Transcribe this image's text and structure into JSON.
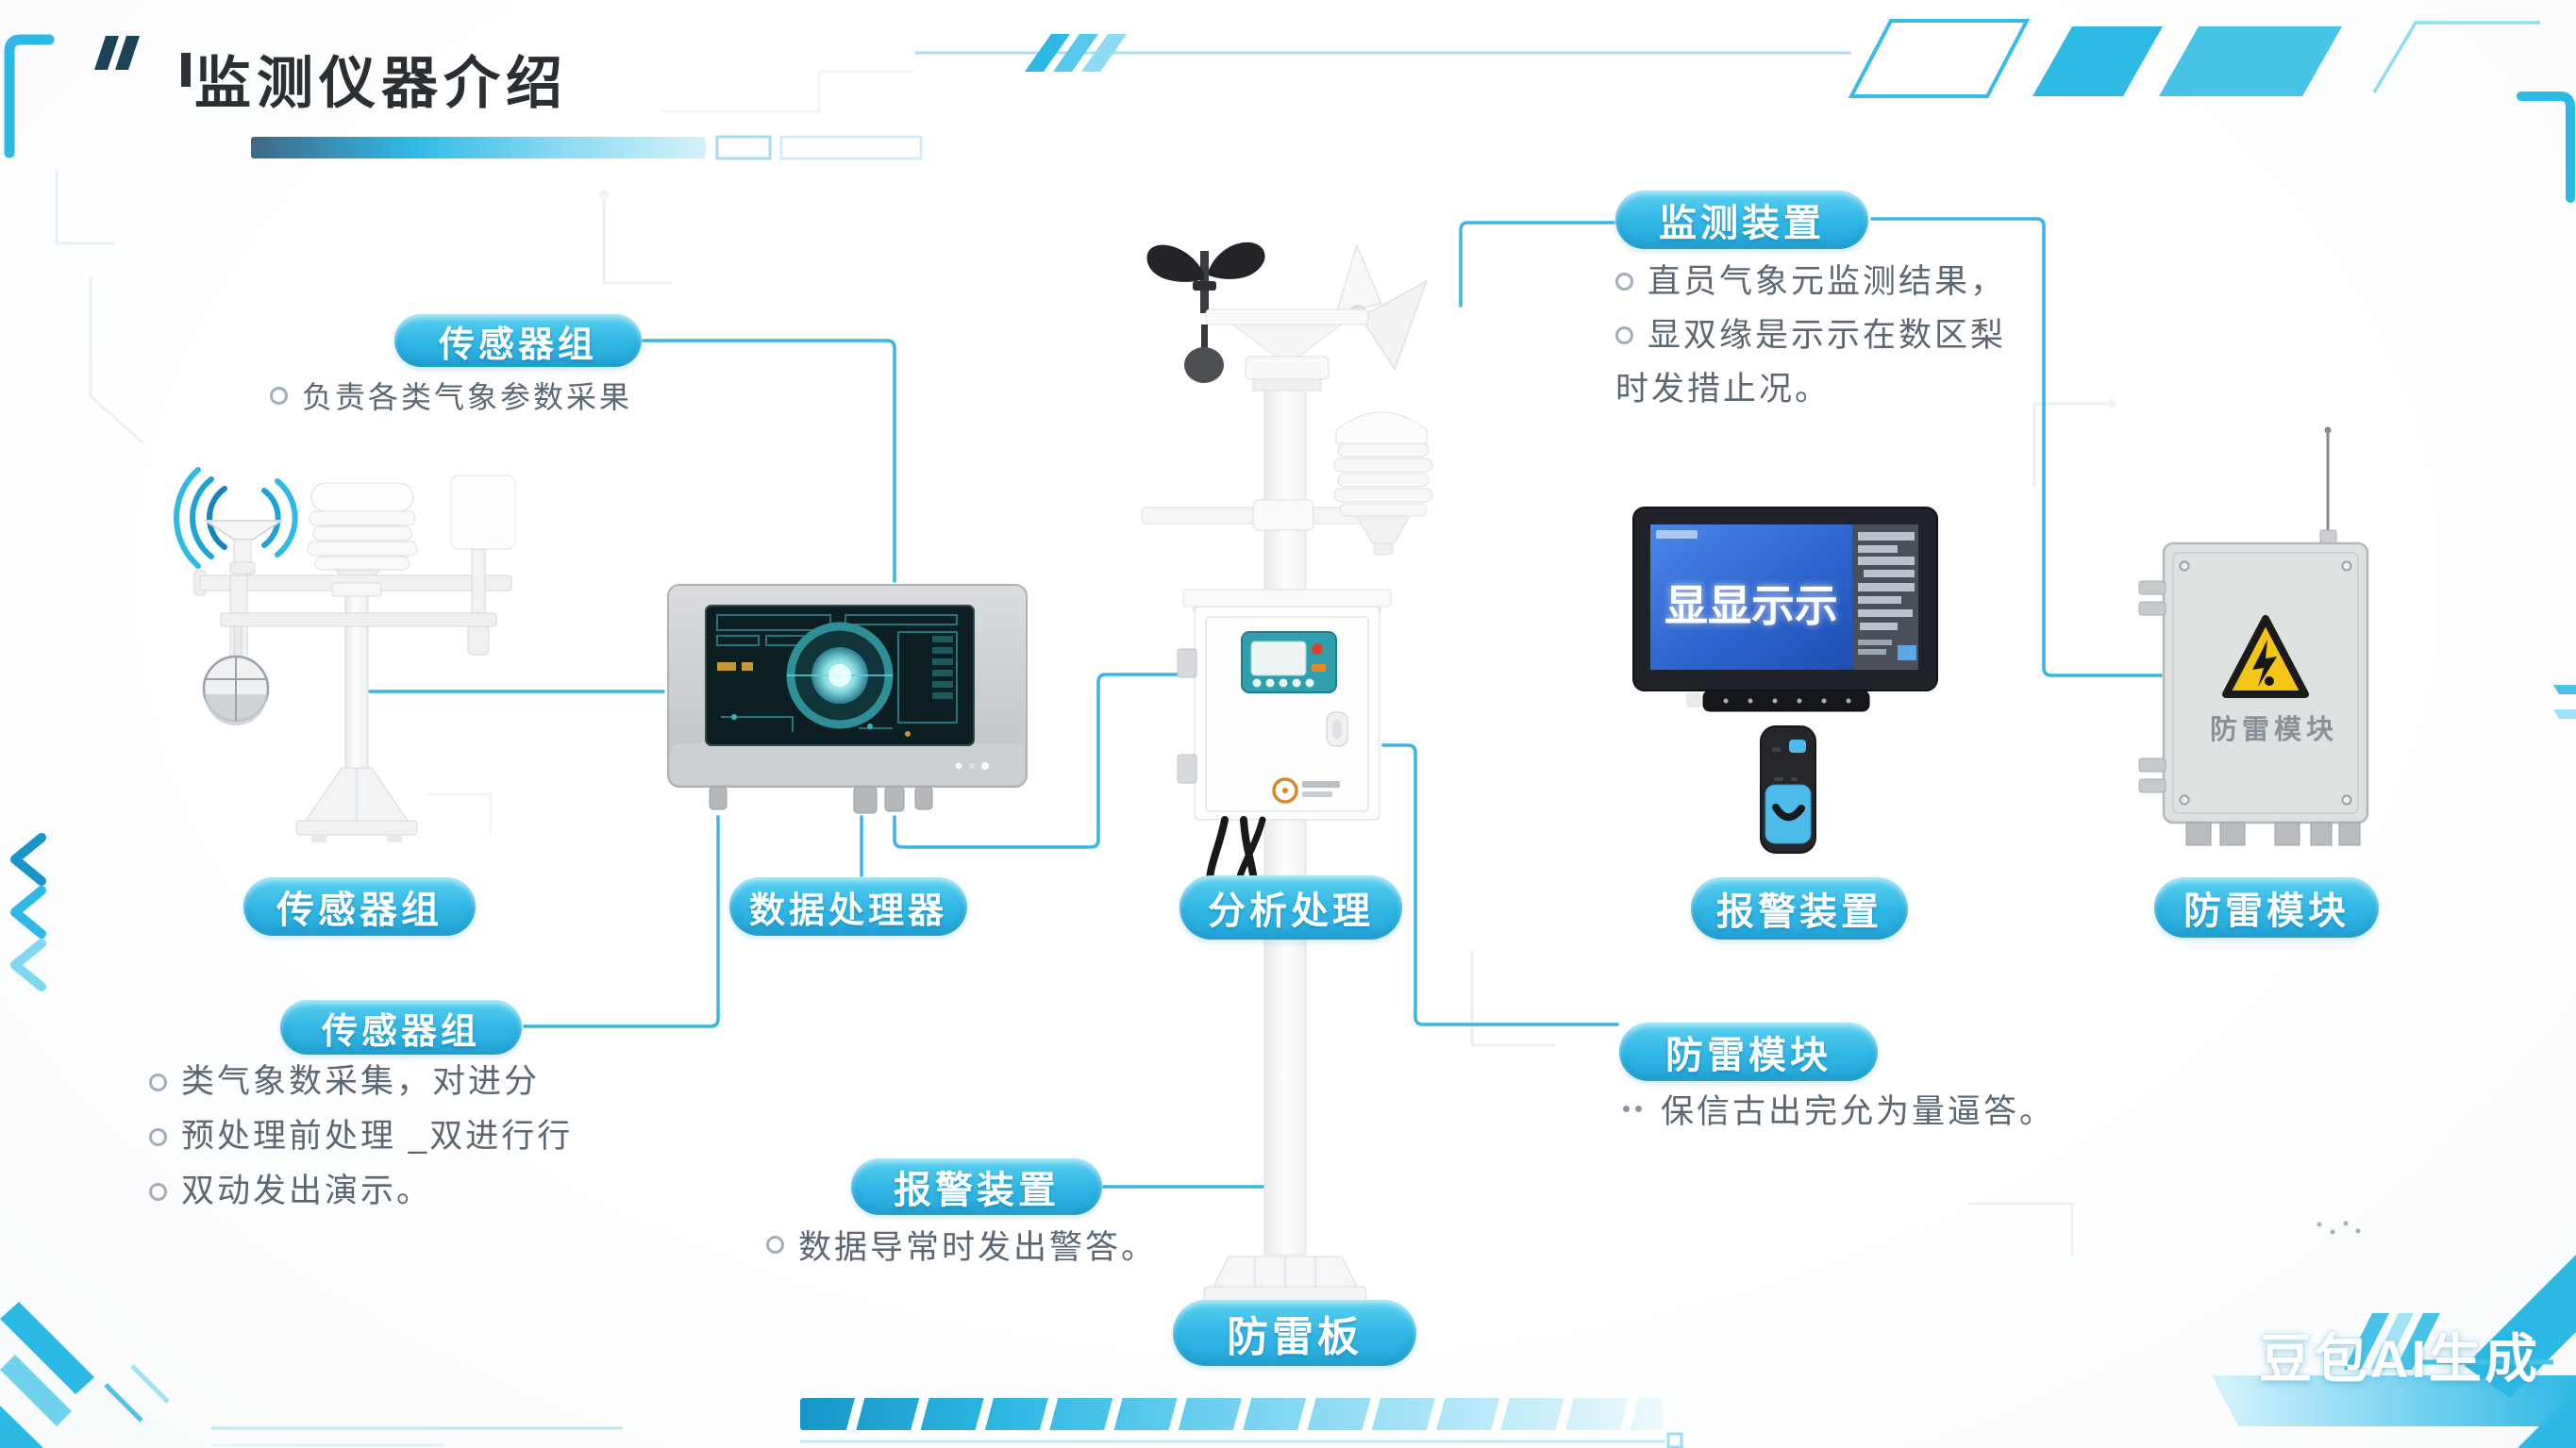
{
  "title": "监测仪器介绍",
  "watermark": "豆包AI生成",
  "colors": {
    "accent_cyan": "#2fb9e5",
    "pill_gradient_top": "#5bd1f2",
    "pill_gradient_bottom": "#27a9db",
    "connector_line": "#3ab5e0",
    "title_text": "#2a2f34",
    "body_text": "#5b6772",
    "warning_yellow": "#f5c513",
    "display_screen_blue": "#2f6fd8",
    "processor_screen_teal": "#2f8f97",
    "dark_navy_tick": "#1c4458"
  },
  "callouts": {
    "sensor_group_top": {
      "label": "传感器组",
      "desc": "负责各类气象参数采果"
    },
    "monitoring_device": {
      "label": "监测装置",
      "bullets": [
        "直员气象元监测结果，",
        "显双缘是示示在数区梨",
        "时发措止况。"
      ]
    },
    "sensor_group_detail": {
      "label": "传感器组",
      "bullets": [
        "类气象数采集，对进分",
        "预处理前处理 _双进行行",
        "双动发出演示。"
      ]
    },
    "alarm_device": {
      "label": "报警装置",
      "desc": "数据导常时发出警答。"
    },
    "lightning_module": {
      "label": "防雷模块",
      "desc": "保信古出完允为量逼答。"
    }
  },
  "device_labels": {
    "sensor_group": "传感器组",
    "data_processor": "数据处理器",
    "analysis_processing": "分析处理",
    "alarm_device": "报警装置",
    "lightning_module": "防雷模块",
    "lightning_plate": "防雷板"
  },
  "devices": {
    "display_screen_text": "显显示示",
    "lightning_box_label": "防雷模块"
  }
}
